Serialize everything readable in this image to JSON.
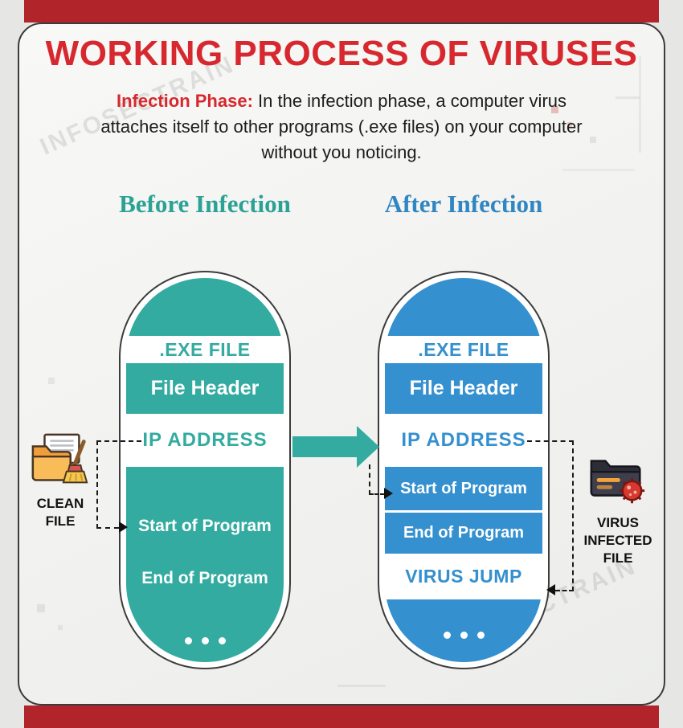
{
  "page": {
    "title": "WORKING PROCESS OF VIRUSES",
    "watermark": "INFOSECTRAIN"
  },
  "intro": {
    "label": "Infection Phase:",
    "text": "In the infection phase, a computer virus attaches itself to other programs (.exe files) on your computer without you noticing."
  },
  "before": {
    "heading": "Before Infection",
    "exe_label": ".EXE FILE",
    "file_header": "File Header",
    "ip_address": "IP ADDRESS",
    "start_of_program": "Start of Program",
    "end_of_program": "End of Program",
    "icon_label": "CLEAN FILE",
    "icon": "clean-file-folder-with-broom"
  },
  "after": {
    "heading": "After Infection",
    "exe_label": ".EXE FILE",
    "file_header": "File Header",
    "ip_address": "IP ADDRESS",
    "start_of_program": "Start of Program",
    "end_of_program": "End of Program",
    "virus_jump": "VIRUS JUMP",
    "icon_label": "VIRUS INFECTED FILE",
    "icon": "virus-infected-folder"
  },
  "colors": {
    "teal": "#33aba0",
    "blue": "#3490ce",
    "red": "#d7282f",
    "red_bar": "#b0242a"
  }
}
